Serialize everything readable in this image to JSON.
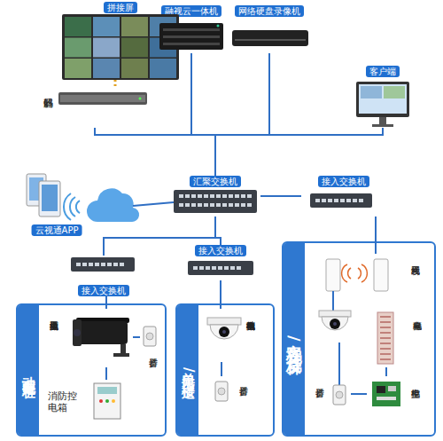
{
  "diagram": {
    "nodes": [
      {
        "text": [
          "拼接屏"
        ]
      },
      {
        "text": [
          "解码器"
        ]
      },
      {
        "text": [
          "融视云一体机"
        ]
      },
      {
        "text": [
          "网络硬盘录像机"
        ]
      },
      {
        "text": [
          "客户端"
        ]
      },
      {
        "text": [
          "云视通APP"
        ]
      },
      {
        "text": [
          "汇聚交换机"
        ]
      },
      {
        "text": [
          "接入交换机"
        ]
      },
      {
        "text": [
          "接入交换机"
        ]
      },
      {
        "text": [
          "接入交换机"
        ]
      },
      {
        "text": [
          "动车充电桩"
        ]
      },
      {
        "text": [
          "工业测温摄像机"
        ],
        "in": 10
      },
      {
        "text": [
          "扩音器"
        ],
        "in": 10
      },
      {
        "text": [
          "消防控电箱"
        ],
        "in": 10
      },
      {
        "text": [
          "单元口/楼道"
        ]
      },
      {
        "text": [
          "电动车检测摄像机"
        ],
        "in": 14
      },
      {
        "text": [
          "扩音器"
        ],
        "in": 14
      },
      {
        "text": [
          "客梯/货梯"
        ]
      },
      {
        "text": [
          "无线网桥"
        ],
        "in": 17
      },
      {
        "text": [
          "电梯光幕"
        ],
        "in": 17
      },
      {
        "text": [
          "电梯主控"
        ],
        "in": 17
      },
      {
        "text": [
          "扩音器"
        ],
        "in": 17
      }
    ],
    "edges": [
      {
        "from": 0,
        "to": 1,
        "arrow": "none"
      },
      {
        "from": 6,
        "to": 1,
        "arrow": "none"
      },
      {
        "from": 6,
        "to": 2,
        "arrow": "none"
      },
      {
        "from": 6,
        "to": 3,
        "arrow": "none"
      },
      {
        "from": 6,
        "to": 4,
        "arrow": "none"
      },
      {
        "from": 6,
        "to": 7,
        "arrow": "none"
      },
      {
        "from": 6,
        "to": 8,
        "arrow": "none"
      },
      {
        "from": 6,
        "to": 9,
        "arrow": "none"
      },
      {
        "from": 8,
        "to": 11,
        "arrow": "none"
      },
      {
        "from": 9,
        "to": 15,
        "arrow": "none"
      },
      {
        "from": 7,
        "to": 18,
        "arrow": "none"
      },
      {
        "from": 11,
        "to": 12,
        "arrow": "none"
      },
      {
        "from": 11,
        "to": 13,
        "arrow": "none"
      },
      {
        "from": 15,
        "to": 16,
        "arrow": "none"
      },
      {
        "from": 19,
        "to": 20,
        "arrow": "none"
      },
      {
        "from": 21,
        "to": 20,
        "arrow": "none"
      }
    ]
  }
}
